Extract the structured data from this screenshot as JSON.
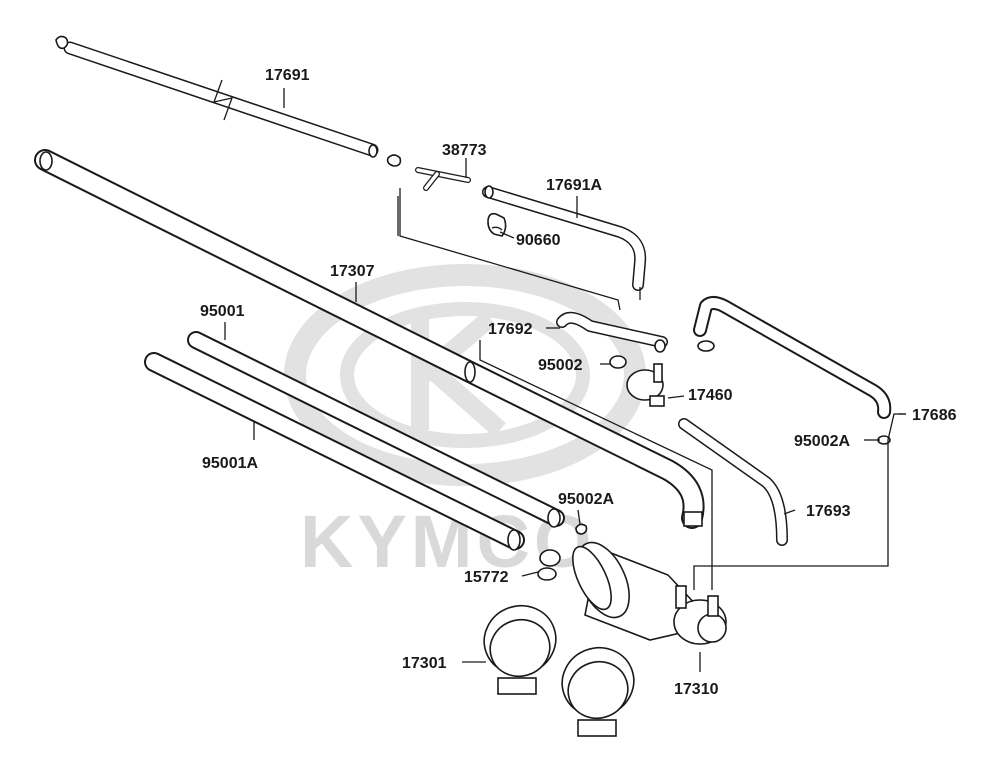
{
  "watermark": {
    "brand": "KYMCO",
    "color": "#d9d9d9"
  },
  "labels": {
    "p17691": "17691",
    "p38773": "38773",
    "p17691A": "17691A",
    "p90660": "90660",
    "p17307": "17307",
    "p95001": "95001",
    "p17692": "17692",
    "p95002": "95002",
    "p17460": "17460",
    "p17686": "17686",
    "p95002A_right": "95002A",
    "p95001A": "95001A",
    "p95002A_center": "95002A",
    "p17693": "17693",
    "p15772": "15772",
    "p17301": "17301",
    "p17310": "17310"
  },
  "colors": {
    "line": "#1a1a1a",
    "background": "#ffffff"
  }
}
